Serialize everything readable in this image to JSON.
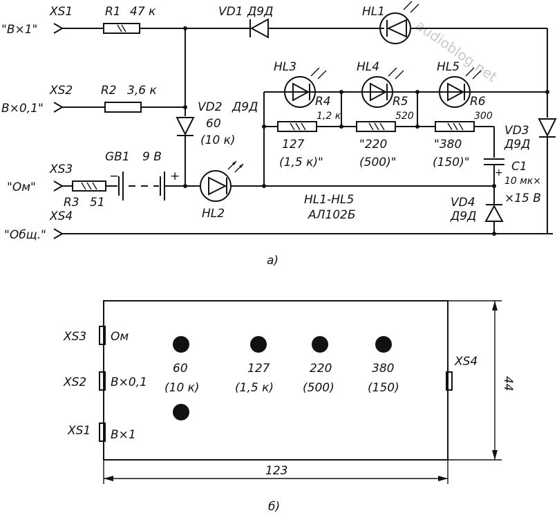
{
  "schematic": {
    "connectors": {
      "xs1": {
        "ref": "XS1",
        "label": "\"B×1\""
      },
      "xs2": {
        "ref": "XS2",
        "label": "B×0,1\""
      },
      "xs3": {
        "ref": "XS3",
        "label": "\"Ом\""
      },
      "xs4": {
        "ref": "XS4",
        "label": "\"Общ.\""
      }
    },
    "resistors": {
      "r1": {
        "ref": "R1",
        "value": "47 к"
      },
      "r2": {
        "ref": "R2",
        "value": "3,6 к"
      },
      "r3": {
        "ref": "R3",
        "value": "51"
      },
      "r4": {
        "ref": "R4",
        "value": "1,2 к"
      },
      "r5": {
        "ref": "R5",
        "value": "520"
      },
      "r6": {
        "ref": "R6",
        "value": "300"
      }
    },
    "diodes": {
      "vd1": {
        "ref": "VD1",
        "type": "Д9Д"
      },
      "vd2": {
        "ref": "VD2",
        "type": "Д9Д"
      },
      "vd3": {
        "ref": "VD3",
        "type": "Д9Д"
      },
      "vd4": {
        "ref": "VD4",
        "type": "Д9Д"
      }
    },
    "leds": {
      "hl1": "HL1",
      "hl2": "HL2",
      "hl3": "HL3",
      "hl4": "HL4",
      "hl5": "HL5",
      "group": "HL1-HL5",
      "type": "АЛ102Б"
    },
    "battery": {
      "ref": "GB1",
      "value": "9 В"
    },
    "capacitor": {
      "ref": "C1",
      "value1": "10 мк×",
      "value2": "×15 В"
    },
    "hl2_note": {
      "line1": "60",
      "line2": "(10 к)"
    },
    "r4_note": {
      "line1": "127",
      "line2": "(1,5 к)\""
    },
    "r5_note": {
      "line1": "\"220",
      "line2": "(500)\""
    },
    "r6_note": {
      "line1": "\"380",
      "line2": "(150)\""
    },
    "caption": "а)",
    "watermark": "audioblog.net"
  },
  "panel": {
    "connectors": {
      "xs3": {
        "ref": "XS3",
        "label": "Ом"
      },
      "xs2": {
        "ref": "XS2",
        "label": "В×0,1"
      },
      "xs1": {
        "ref": "XS1",
        "label": "В×1"
      },
      "xs4": {
        "ref": "XS4"
      }
    },
    "indicators": [
      {
        "line1": "60",
        "line2": "(10 к)"
      },
      {
        "line1": "127",
        "line2": "(1,5 к)"
      },
      {
        "line1": "220",
        "line2": "(500)"
      },
      {
        "line1": "380",
        "line2": "(150)"
      }
    ],
    "width_dim": "123",
    "height_dim": "44",
    "caption": "б)"
  }
}
